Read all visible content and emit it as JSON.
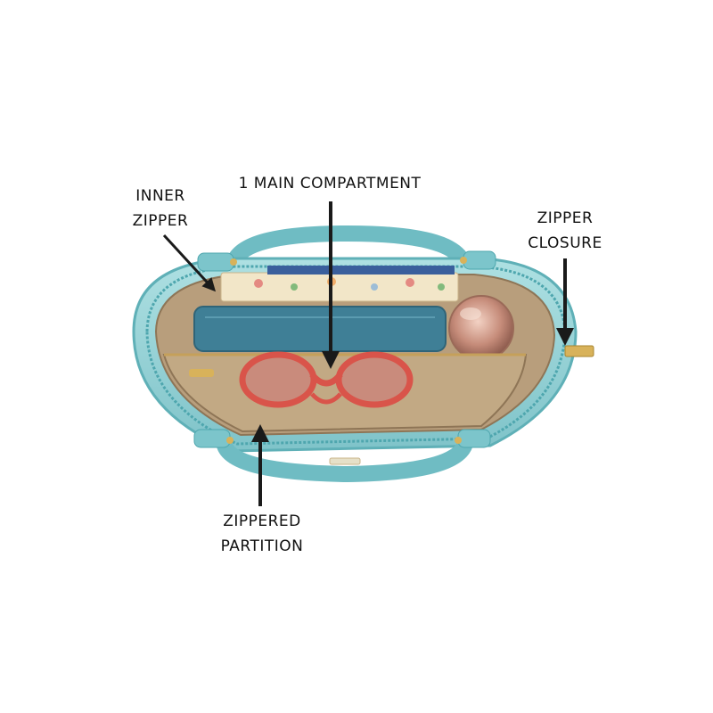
{
  "callouts": {
    "inner_zipper": [
      "INNER",
      "ZIPPER"
    ],
    "main_compartment": [
      "1 MAIN COMPARTMENT"
    ],
    "zipper_closure": [
      "ZIPPER",
      "CLOSURE"
    ],
    "zippered_partition": [
      "ZIPPERED",
      "PARTITION"
    ]
  },
  "colors": {
    "bag_teal": "#8fcfd3",
    "bag_teal_dark": "#5fb0b7",
    "lining": "#b89e7c",
    "lining_dark": "#8e7556",
    "pouch": "#3f7f96",
    "notebook": "#f2e6c8",
    "sunglasses_frame": "#d9544a",
    "sunglasses_lens": "#c98b7c",
    "compact": "#c68c7a",
    "hardware_gold": "#d8b25a",
    "arrow": "#1a1a1a"
  }
}
